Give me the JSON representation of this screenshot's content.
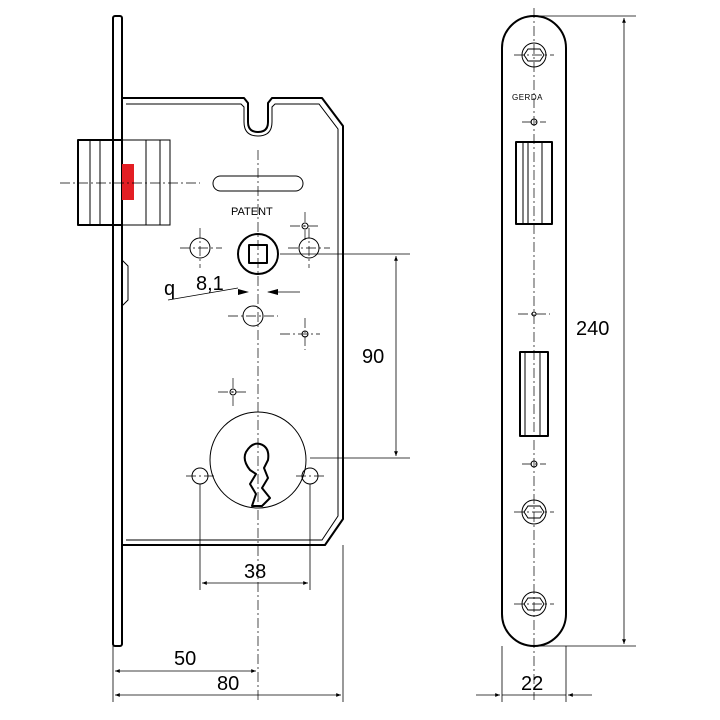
{
  "side_view": {
    "stamp_text": "PATENT",
    "knob_symbol": "q",
    "spindle_dim": "8,1",
    "height_dim": "90",
    "bottom_dim_38": "38",
    "bottom_dim_50": "50",
    "bottom_dim_80": "80"
  },
  "front_view": {
    "brand_logo": "GERDA",
    "height_dim": "240",
    "width_dim": "22"
  },
  "colors": {
    "latch_marker": "#e31e24",
    "line": "#000000",
    "background": "#ffffff"
  }
}
